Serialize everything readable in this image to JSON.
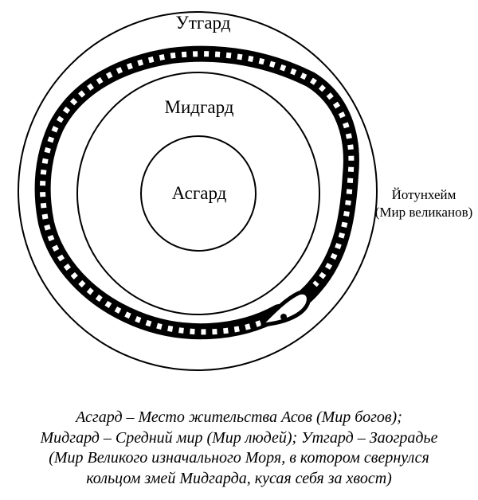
{
  "labels": {
    "utgard": "Утгард",
    "midgard": "Мидгард",
    "asgard": "Асгард",
    "jotunheim": "Йотунхейм",
    "jotunheim_sub": "(Мир великанов)"
  },
  "caption": [
    "Асгард – Место жительства Асов (Мир богов);",
    "Мидгард – Средний мир (Мир людей); Утгард – Заоградье",
    "(Мир Великого изначального Моря, в котором свернулся",
    "кольцом змей Мидгарда, кусая себя за хвост)"
  ]
}
